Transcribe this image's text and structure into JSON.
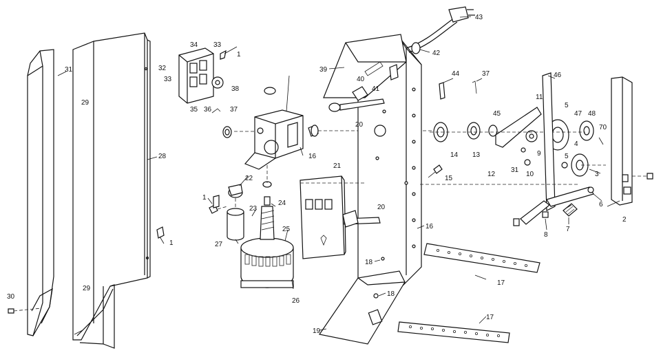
{
  "callouts": {
    "c43": "43",
    "c42": "42",
    "c39": "39",
    "c40": "40",
    "c41": "41",
    "c44": "44",
    "c37a": "37",
    "c46": "46",
    "c11": "11",
    "c5a": "5",
    "c47": "47",
    "c48": "48",
    "c45": "45",
    "c14": "14",
    "c13": "13",
    "c9": "9",
    "c4": "4",
    "c5b": "5",
    "c70": "70",
    "c12": "12",
    "c31b": "31",
    "c10": "10",
    "c3": "3",
    "c6": "6",
    "c7": "7",
    "c8": "8",
    "c2": "2",
    "c15": "15",
    "c16a": "16",
    "c16b": "16",
    "c20a": "20",
    "c20b": "20",
    "c21": "21",
    "c17a": "17",
    "c17b": "17",
    "c18a": "18",
    "c18b": "18",
    "c19": "19",
    "c31": "31",
    "c29a": "29",
    "c29b": "29",
    "c28": "28",
    "c30": "30",
    "c1a": "1",
    "c1b": "1",
    "c1c": "1",
    "c34": "34",
    "c33a": "33",
    "c33b": "33",
    "c32": "32",
    "c38": "38",
    "c35": "35",
    "c36": "36",
    "c37b": "37",
    "c22": "22",
    "c23": "23",
    "c24": "24",
    "c25": "25",
    "c26": "26",
    "c27": "27"
  }
}
